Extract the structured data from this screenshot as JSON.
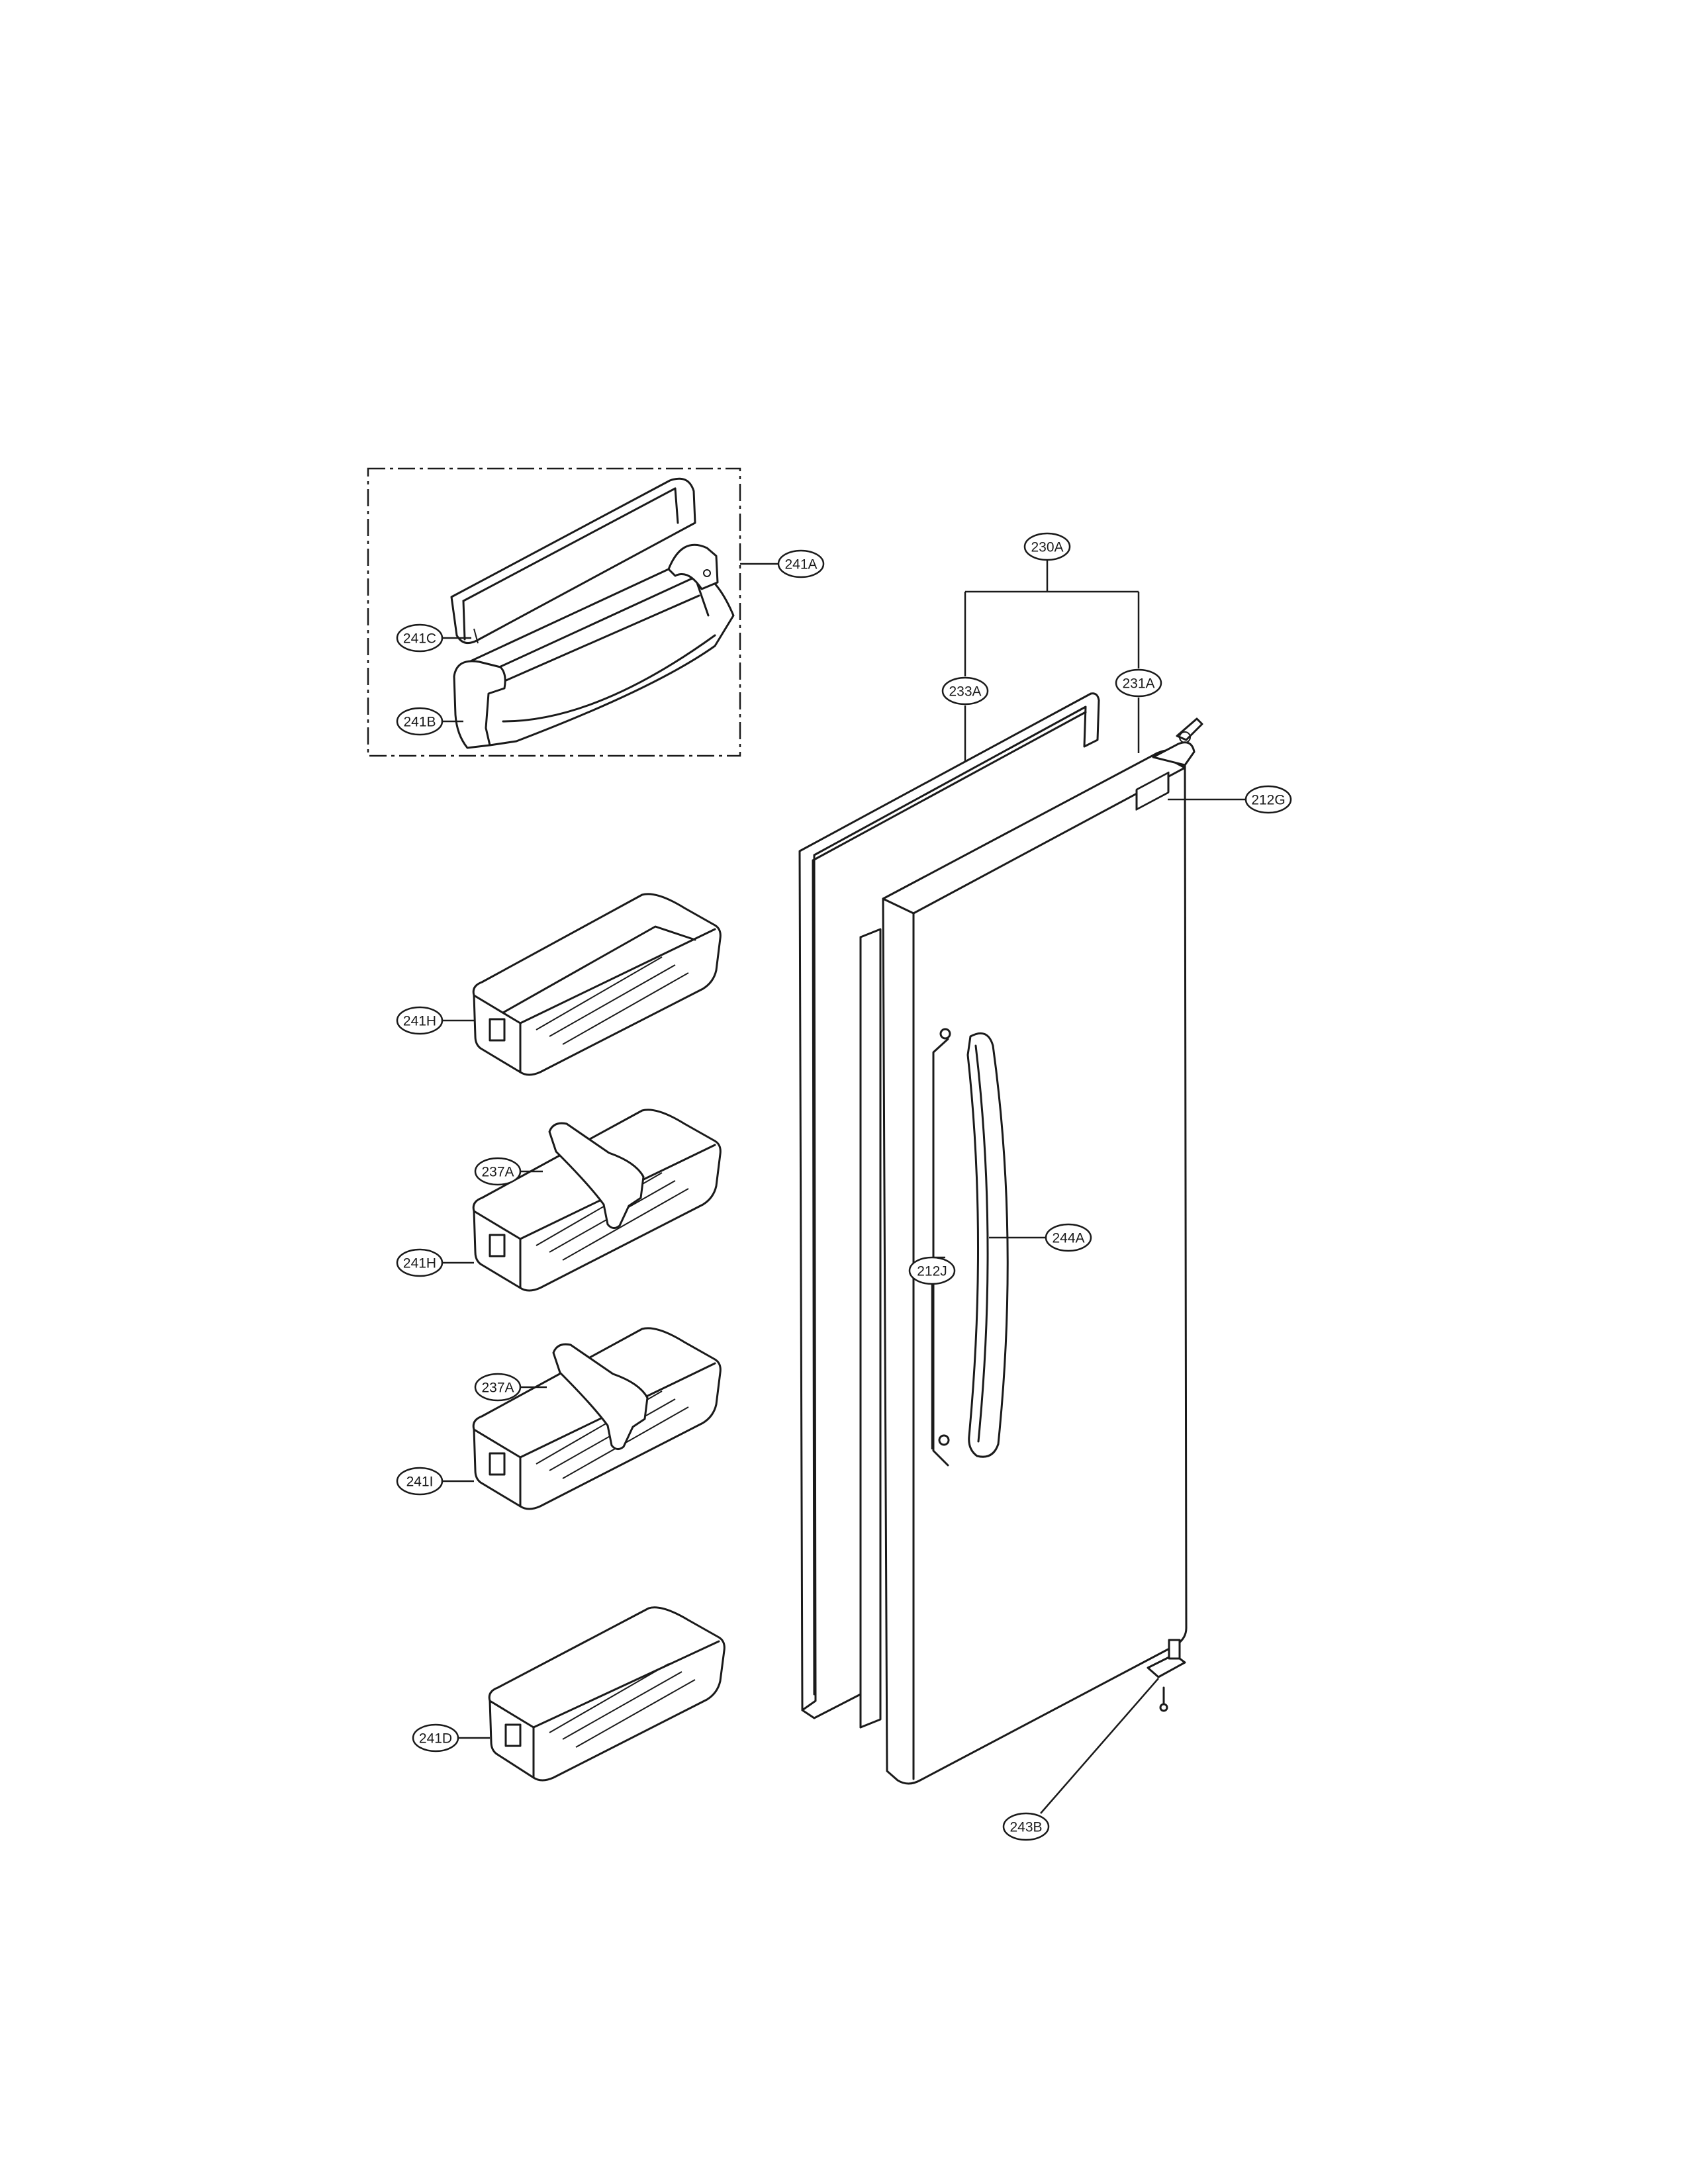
{
  "callouts": {
    "c241A": "241A",
    "c241C": "241C",
    "c241B": "241B",
    "c230A": "230A",
    "c233A": "233A",
    "c231A": "231A",
    "c212G": "212G",
    "c241H_1": "241H",
    "c237A_1": "237A",
    "c241H_2": "241H",
    "c237A_2": "237A",
    "c241I": "241I",
    "c244A": "244A",
    "c212J": "212J",
    "c241D": "241D",
    "c243B": "243B"
  }
}
